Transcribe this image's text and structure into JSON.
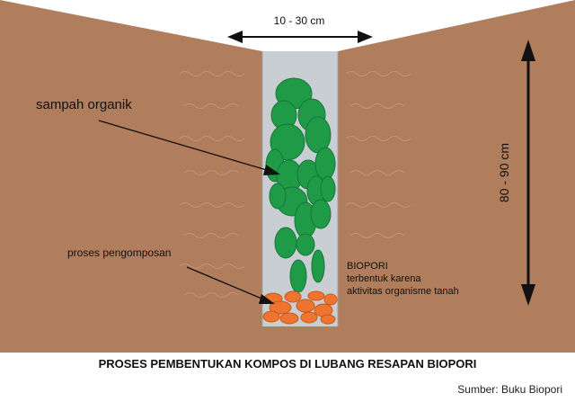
{
  "diagram": {
    "width_label": "10 - 30 cm",
    "depth_label": "80 - 90 cm",
    "organic_label": "sampah organik",
    "compost_label": "proses pengomposan",
    "biopori_title": "BIOPORI",
    "biopori_line1": "terbentuk karena",
    "biopori_line2": "aktivitas organisme tanah"
  },
  "caption": "PROSES PEMBENTUKAN KOMPOS DI LUBANG RESAPAN BIOPORI",
  "source": "Sumber: Buku Biopori",
  "colors": {
    "soil": "#b07d5d",
    "hole": "#c9ced3",
    "organic": "#1f9a47",
    "compost": "#ee7430"
  }
}
